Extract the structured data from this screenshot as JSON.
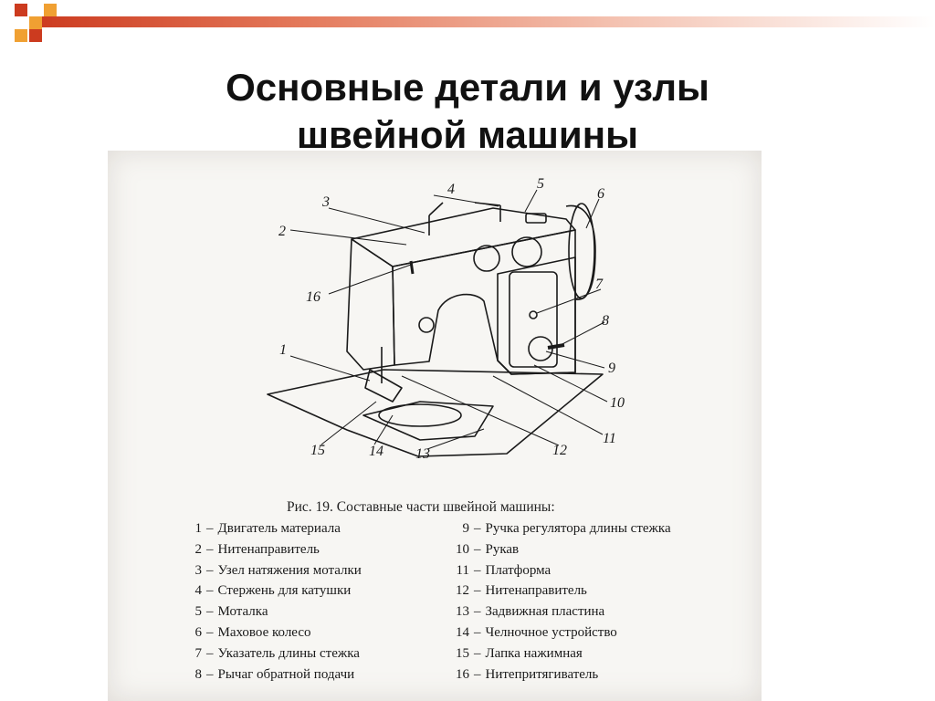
{
  "slide": {
    "title_line1": "Основные детали и узлы",
    "title_line2": "швейной машины"
  },
  "figure": {
    "caption": "Рис. 19. Составные части швейной машины:",
    "callouts": [
      "1",
      "2",
      "3",
      "4",
      "5",
      "6",
      "7",
      "8",
      "9",
      "10",
      "11",
      "12",
      "13",
      "14",
      "15",
      "16"
    ],
    "legend_left": [
      {
        "num": "1",
        "text": "Двигатель материала"
      },
      {
        "num": "2",
        "text": "Нитенаправитель"
      },
      {
        "num": "3",
        "text": "Узел натяжения моталки"
      },
      {
        "num": "4",
        "text": "Стержень для катушки"
      },
      {
        "num": "5",
        "text": "Моталка"
      },
      {
        "num": "6",
        "text": "Маховое колесо"
      },
      {
        "num": "7",
        "text": "Указатель длины стежка"
      },
      {
        "num": "8",
        "text": "Рычаг обратной подачи"
      }
    ],
    "legend_right": [
      {
        "num": "9",
        "text": "Ручка регулятора длины стежка"
      },
      {
        "num": "10",
        "text": "Рукав"
      },
      {
        "num": "11",
        "text": "Платформа"
      },
      {
        "num": "12",
        "text": "Нитенаправитель"
      },
      {
        "num": "13",
        "text": "Задвижная пластина"
      },
      {
        "num": "14",
        "text": "Челночное устройство"
      },
      {
        "num": "15",
        "text": "Лапка нажимная"
      },
      {
        "num": "16",
        "text": "Нитепритягиватель"
      }
    ],
    "dash": "–"
  },
  "colors": {
    "accent_red": "#cc3b1f",
    "accent_orange": "#f0a032",
    "ink": "#1a1a1a"
  }
}
